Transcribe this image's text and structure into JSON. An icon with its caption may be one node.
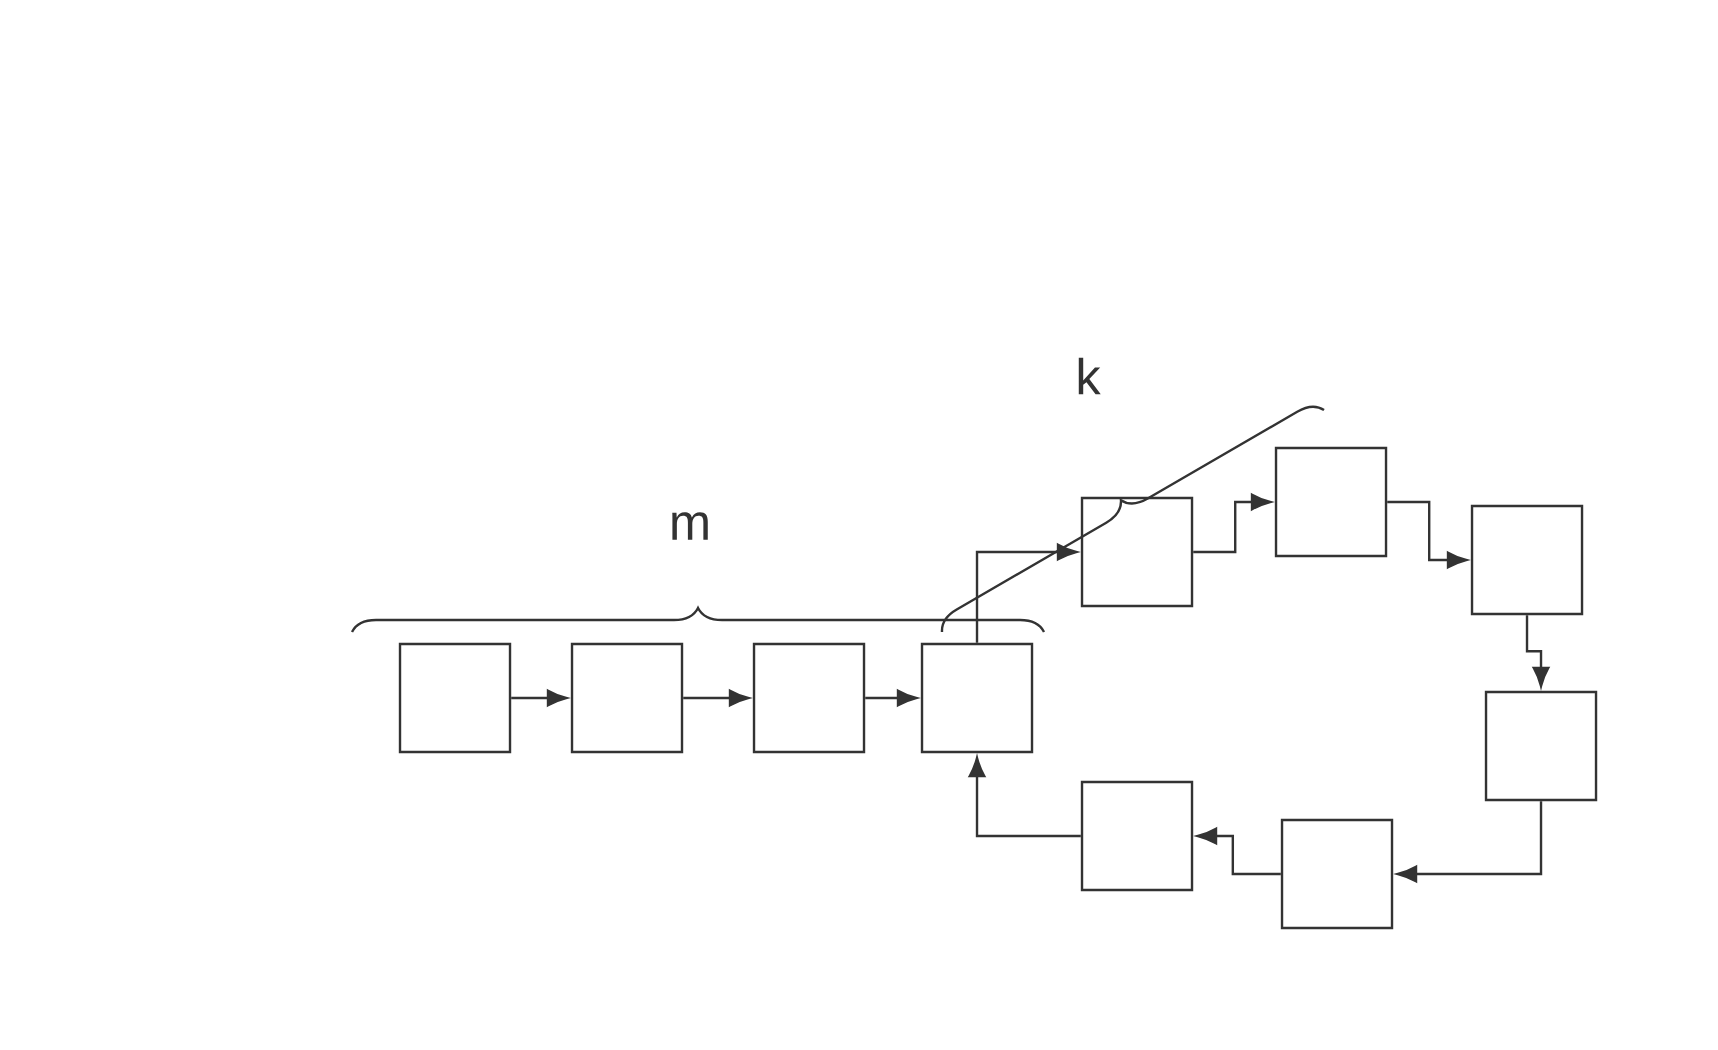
{
  "diagram": {
    "nodes": [
      {
        "text": [],
        "shape": "box"
      },
      {
        "text": [],
        "shape": "box"
      },
      {
        "text": [],
        "shape": "box"
      },
      {
        "text": [],
        "shape": "box"
      },
      {
        "text": [],
        "shape": "box"
      },
      {
        "text": [],
        "shape": "box"
      },
      {
        "text": [],
        "shape": "box"
      },
      {
        "text": [],
        "shape": "box"
      },
      {
        "text": [],
        "shape": "box"
      },
      {
        "text": [],
        "shape": "box"
      }
    ],
    "edges": [
      {
        "from": 0,
        "to": 1,
        "arrow": "to"
      },
      {
        "from": 1,
        "to": 2,
        "arrow": "to"
      },
      {
        "from": 2,
        "to": 3,
        "arrow": "to"
      },
      {
        "from": 3,
        "to": 4,
        "arrow": "to"
      },
      {
        "from": 4,
        "to": 6,
        "arrow": "to"
      },
      {
        "from": 6,
        "to": 8,
        "arrow": "to"
      },
      {
        "from": 8,
        "to": 9,
        "arrow": "to"
      },
      {
        "from": 9,
        "to": 7,
        "arrow": "to"
      },
      {
        "from": 7,
        "to": 5,
        "arrow": "to"
      },
      {
        "from": 5,
        "to": 3,
        "arrow": "to"
      }
    ],
    "labels": [
      "m",
      "k"
    ]
  }
}
